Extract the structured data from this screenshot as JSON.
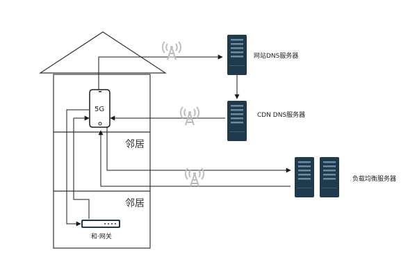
{
  "labels": {
    "phone": "5G",
    "neighbor_upper": "邻居",
    "neighbor_lower": "邻居",
    "gateway": "和·网关",
    "site_dns": "网站DNS服务器",
    "cdn_dns": "CDN DNS服务器",
    "load_balancer": "负载均衡服务器"
  },
  "icons": {
    "server": "server-rack-icon",
    "tower": "radio-tower-icon",
    "phone": "smartphone-icon",
    "router": "router-icon"
  },
  "colors": {
    "server_dark": "#1f3a4d",
    "server_slot": "#6f8aa0",
    "tower": "#c8c8c8",
    "line": "#1a1a1a"
  }
}
